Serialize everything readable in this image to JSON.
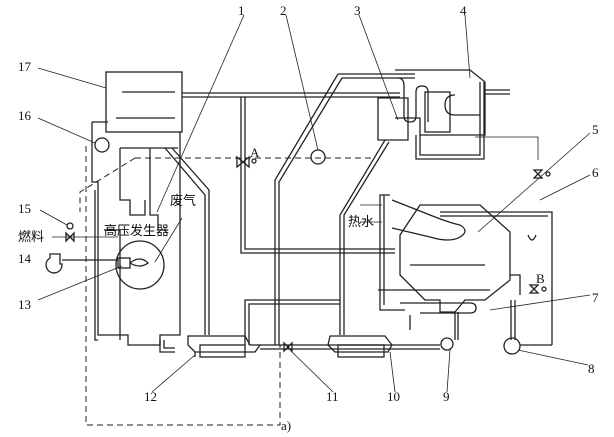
{
  "labels": {
    "n1": "1",
    "n2": "2",
    "n3": "3",
    "n4": "4",
    "n5": "5",
    "n6": "6",
    "n7": "7",
    "n8": "8",
    "n9": "9",
    "n10": "10",
    "n11": "11",
    "n12": "12",
    "n13": "13",
    "n14": "14",
    "n15": "15",
    "n16": "16",
    "n17": "17",
    "valve_a": "A",
    "valve_b": "B",
    "exhaust": "废气",
    "generator": "高压发生器",
    "hot_water": "热水",
    "fuel": "燃料",
    "caption": "a)"
  }
}
